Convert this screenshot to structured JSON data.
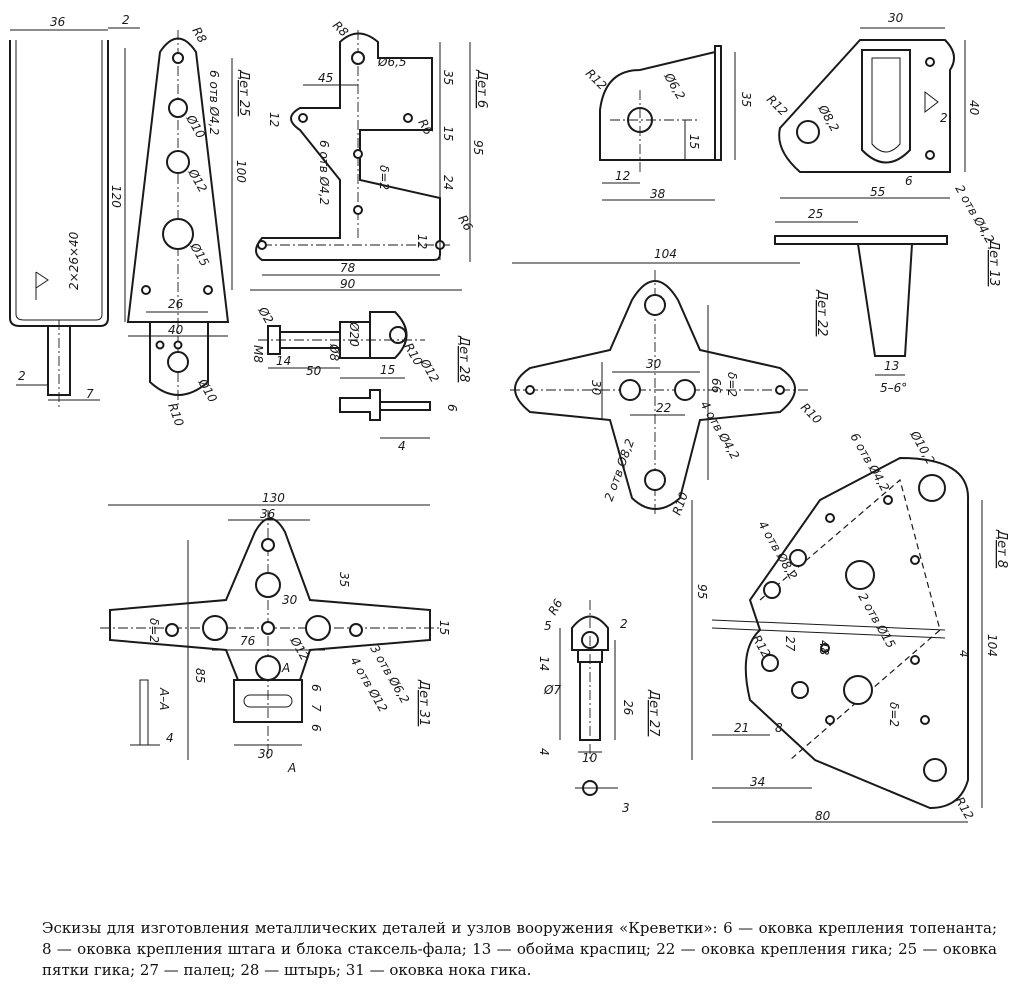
{
  "caption": "Эскизы для изготовления металлических деталей и узлов вооружения «Креветки»: 6 — оковка крепления топенанта; 8 — оковка крепления штага и блока стаксель-фала; 13 — обойма краспиц; 22 — оковка крепления гика; 25 — оковка пятки гика; 27 — палец; 28 — штырь; 31 — оковка нока гика.",
  "parts": {
    "p_strip": {
      "dims": [
        "36",
        "2",
        "2×26×40",
        "2",
        "7"
      ]
    },
    "p25": {
      "label": "Дет 25",
      "dims": [
        "R8",
        "6 отв Ø4,2",
        "Ø10",
        "Ø12",
        "Ø15",
        "120",
        "100",
        "26",
        "40",
        "Ø10",
        "R10"
      ]
    },
    "p6": {
      "label": "Дет 6",
      "dims": [
        "R8",
        "Ø6,5",
        "35",
        "45",
        "12",
        "R6",
        "15",
        "95",
        "6 отв Ø4,2",
        "δ=2",
        "24",
        "12",
        "R6",
        "78",
        "90"
      ]
    },
    "p28": {
      "label": "Дет 28",
      "dims": [
        "Ø2",
        "Ø20",
        "Ø8",
        "M8",
        "14",
        "50",
        "15",
        "R10",
        "Ø12",
        "6",
        "4"
      ]
    },
    "p_side": {
      "dims": [
        "R12",
        "Ø6,2",
        "35",
        "15",
        "12",
        "38"
      ]
    },
    "p13": {
      "label": "Дет 13",
      "dims": [
        "30",
        "R12",
        "Ø8,2",
        "40",
        "2",
        "6",
        "55",
        "2 отв Ø4,2",
        "25",
        "13",
        "5–6°"
      ]
    },
    "p22": {
      "label": "Дет 22",
      "dims": [
        "104",
        "30",
        "30",
        "66",
        "δ=2",
        "4 отв Ø4,2",
        "22",
        "R10",
        "2 отв Ø8,2",
        "R10"
      ]
    },
    "p31": {
      "label": "Дет 31",
      "dims": [
        "130",
        "36",
        "35",
        "30",
        "δ=2",
        "76",
        "Ø12",
        "3 отв Ø6,2",
        "4 отв Ø12",
        "15",
        "85",
        "A",
        "6",
        "7",
        "6",
        "30",
        "A",
        "А–А",
        "4"
      ]
    },
    "p27": {
      "label": "Дет 27",
      "dims": [
        "R6",
        "5",
        "2",
        "14",
        "Ø7",
        "26",
        "10",
        "4",
        "3"
      ]
    },
    "p8": {
      "label": "Дет 8",
      "dims": [
        "Ø10,2",
        "6 отв Ø4,2",
        "4 отв Ø8,2",
        "2 отв Ø15",
        "95",
        "104",
        "R12",
        "27",
        "48",
        "4",
        "δ=2",
        "21",
        "8",
        "34",
        "80",
        "R12"
      ]
    }
  }
}
